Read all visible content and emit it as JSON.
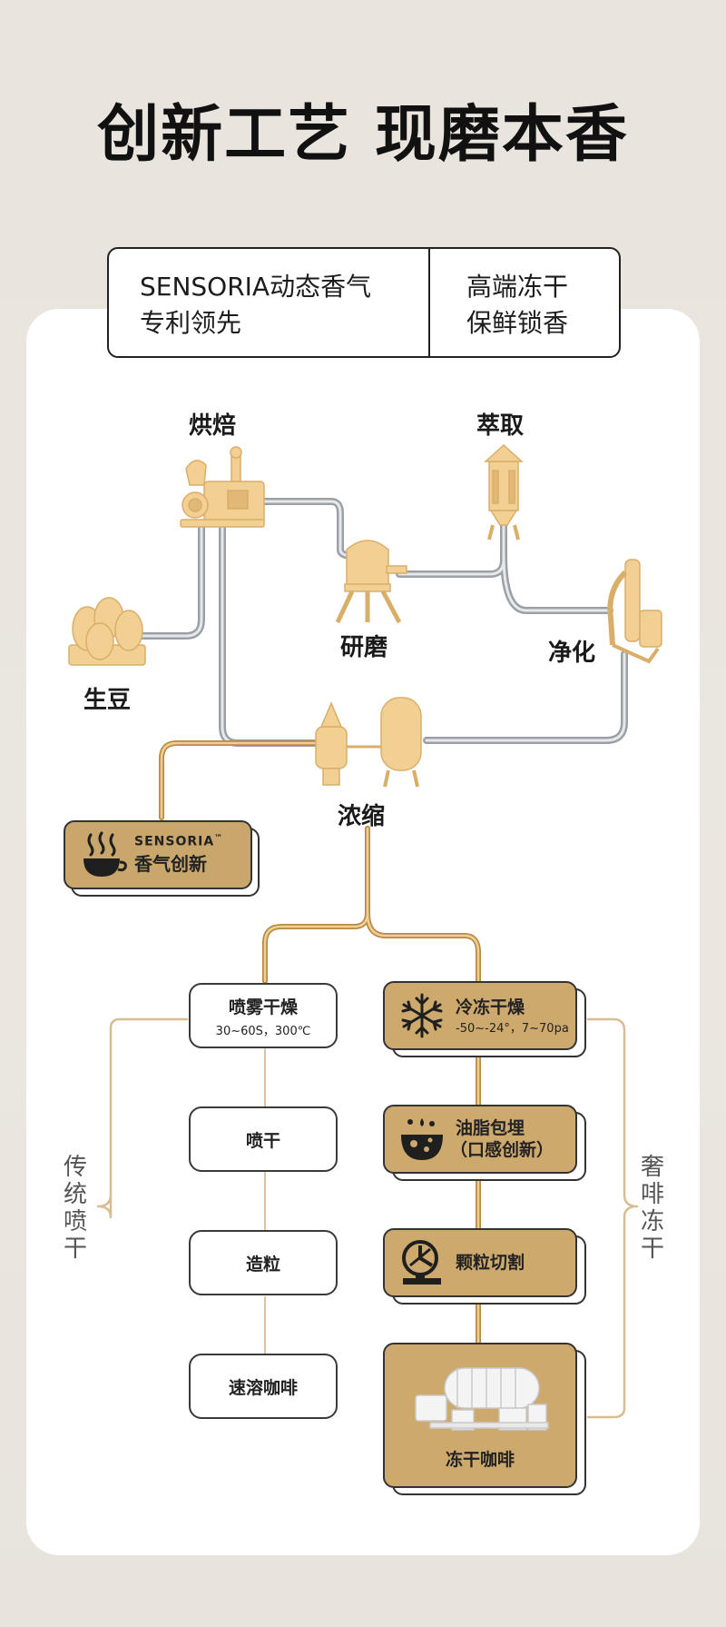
{
  "title": "创新工艺 现磨本香",
  "header": {
    "left_line1": "SENSORIA动态香气",
    "left_line2": "专利领先",
    "right_line1": "高端冻干",
    "right_line2": "保鲜锁香"
  },
  "stages": {
    "roast": "烘焙",
    "extract": "萃取",
    "grind": "研磨",
    "purify": "净化",
    "green_bean": "生豆",
    "concentrate": "浓缩"
  },
  "brand_box": {
    "brand": "SENSORIA",
    "tm": "™",
    "label": "香气创新"
  },
  "traditional": {
    "label": "传统喷干",
    "steps": [
      {
        "title": "喷雾干燥",
        "sub": "30~60S，300℃"
      },
      {
        "title": "喷干"
      },
      {
        "title": "造粒"
      },
      {
        "title": "速溶咖啡"
      }
    ]
  },
  "freeze": {
    "label": "奢啡冻干",
    "steps": [
      {
        "title": "冷冻干燥",
        "sub": "-50~-24°，7~70pa",
        "icon": "snowflake-icon"
      },
      {
        "title": "油脂包埋",
        "title2": "（口感创新）",
        "icon": "oil-bowl-icon"
      },
      {
        "title": "颗粒切割",
        "icon": "cutting-disc-icon"
      },
      {
        "title": "冻干咖啡",
        "icon": "freeze-dryer-machine"
      }
    ]
  },
  "colors": {
    "gold": "#cda96e",
    "pipe_silver": "#b9bec4",
    "pipe_gold": "#d6ae6c",
    "machine": "#f1cf95"
  }
}
